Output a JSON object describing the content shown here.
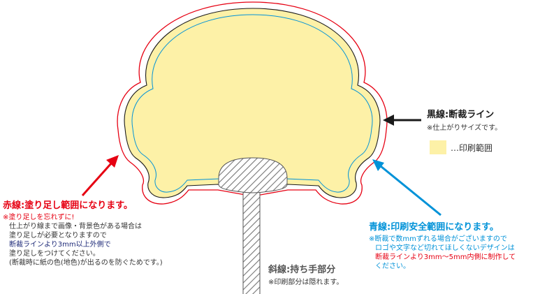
{
  "colors": {
    "fill": "#fdf1a7",
    "cut_line": "#1a1a1a",
    "bleed_line": "#e60012",
    "safe_line": "#0092d8",
    "handle": "#555555"
  },
  "legend": {
    "cut": {
      "title": "黒線:断裁ライン",
      "note": "※仕上がりサイズです。"
    },
    "print_area": {
      "label": "…印刷範囲"
    },
    "bleed": {
      "title": "赤線:塗り足し範囲になります。",
      "notes": [
        "※塗り足しを忘れずに!",
        "仕上がり線まで画像・背景色がある場合は",
        "塗り足しが必要となりますので",
        "断裁ラインより3mm以上外側で",
        "塗り足しをつけてください。",
        "(断裁時に紙の色(地色)が出るのを防ぐためです。)"
      ]
    },
    "safe": {
      "title": "青線:印刷安全範囲になります。",
      "notes": [
        "※断裁で数mmずれる場合がございますので",
        "ロゴや文字など切れてほしくないデザインは",
        "断裁ラインより3mm〜5mm内側に制作して",
        "ください。"
      ]
    },
    "handle": {
      "title": "斜線:持ち手部分",
      "note": "※印刷部分は隠れます。"
    }
  }
}
